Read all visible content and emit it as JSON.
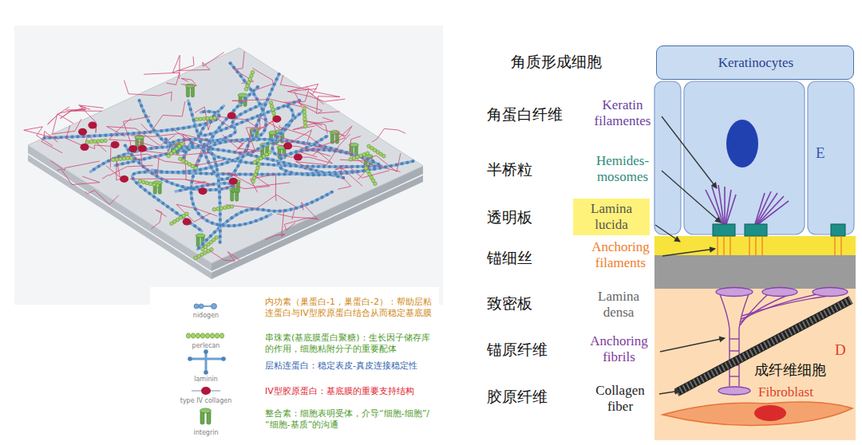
{
  "diagram": {
    "nodes": [
      {
        "text": [
          "Keratinocytes"
        ]
      },
      {
        "text": [
          "E"
        ]
      },
      {
        "text": [
          "Lamina lucida"
        ]
      },
      {
        "text": [
          "D",
          "成纤维细胞",
          "Fibroblast"
        ]
      }
    ],
    "labels": [
      "角质形成细胞",
      "角蛋白纤维",
      "Keratin filamentes",
      "半桥粒",
      "Hemides- mosomes",
      "透明板",
      "锚细丝",
      "Anchoring filaments",
      "致密板",
      "Lamina densa",
      "锚原纤维",
      "Anchoring fibrils",
      "胶原纤维",
      "Collagen fiber",
      "nidogen",
      "perlecan",
      "laminin",
      "type IV collagen",
      "integrin"
    ],
    "legend": [
      {
        "text": "内功素（巢蛋白-1，巢蛋白-2）：帮助层粘连蛋白与IV型胶原蛋白结合从而稳定基底膜"
      },
      {
        "text": "串珠素(基底膜蛋白聚糖)：生长因子储存库的作用，细胞粘附分子的重要配体"
      },
      {
        "text": "层粘连蛋白：稳定表皮-真皮连接稳定性"
      },
      {
        "text": "IV型胶原蛋白：基底膜的重要支持结构"
      },
      {
        "text": "整合素：细胞表明受体，介导“细胞-细胞”/“细胞-基质”的沟通"
      }
    ]
  }
}
